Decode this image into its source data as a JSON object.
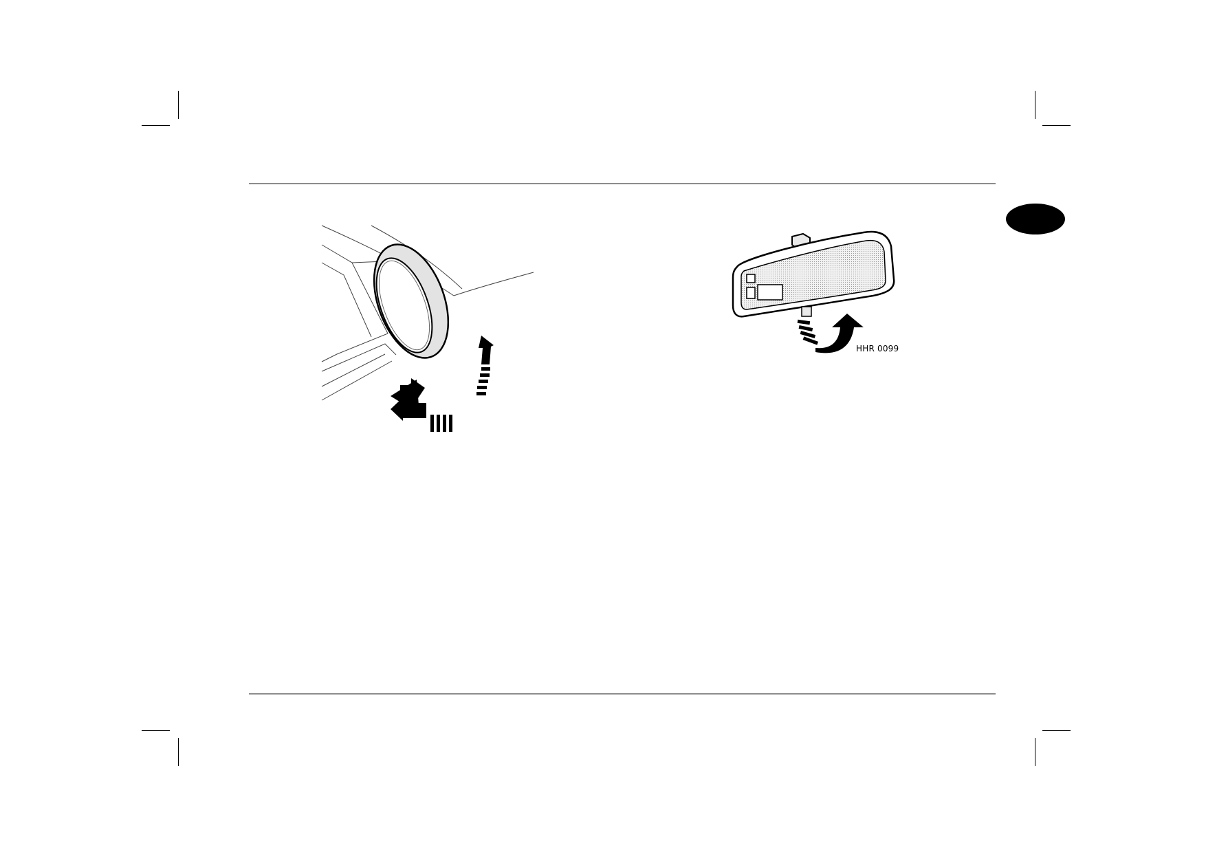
{
  "figures": {
    "door_mirror": {
      "icon": "door-mirror-adjust-illustration"
    },
    "interior_mirror": {
      "icon": "interior-mirror-tilt-illustration",
      "code": "HHR 0099"
    }
  },
  "section_tab": {
    "color": "#000000"
  },
  "colors": {
    "rule": "#8c8c8c",
    "ink": "#000000"
  }
}
